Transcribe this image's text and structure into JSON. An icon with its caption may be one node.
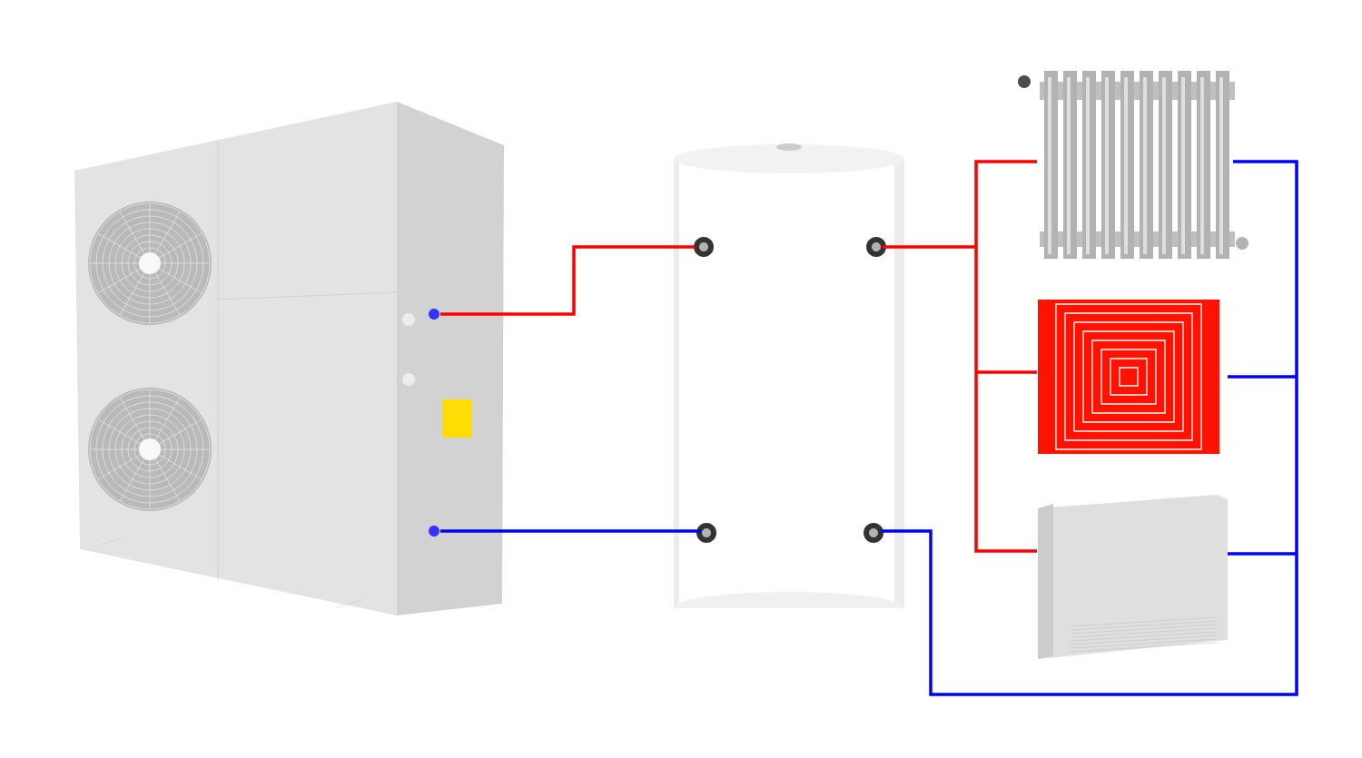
{
  "diagram": {
    "nodes": [
      {
        "text": [],
        "shape": "picture"
      },
      {
        "text": [],
        "shape": "picture"
      },
      {
        "text": [],
        "shape": "picture"
      },
      {
        "text": [],
        "shape": "picture"
      },
      {
        "text": [],
        "shape": "picture"
      }
    ],
    "edges": [
      {
        "from": 0,
        "to": 1,
        "arrow": "none",
        "color": "#ff0000"
      },
      {
        "from": 1,
        "to": 0,
        "arrow": "none",
        "color": "#0000ff"
      },
      {
        "from": 1,
        "to": 2,
        "arrow": "none",
        "color": "#ff0000"
      },
      {
        "from": 1,
        "to": 3,
        "arrow": "none",
        "color": "#ff0000"
      },
      {
        "from": 1,
        "to": 4,
        "arrow": "none",
        "color": "#ff0000"
      },
      {
        "from": 2,
        "to": 1,
        "arrow": "none",
        "color": "#0000ff"
      },
      {
        "from": 3,
        "to": 1,
        "arrow": "none",
        "color": "#0000ff"
      },
      {
        "from": 4,
        "to": 1,
        "arrow": "none",
        "color": "#0000ff"
      }
    ]
  }
}
